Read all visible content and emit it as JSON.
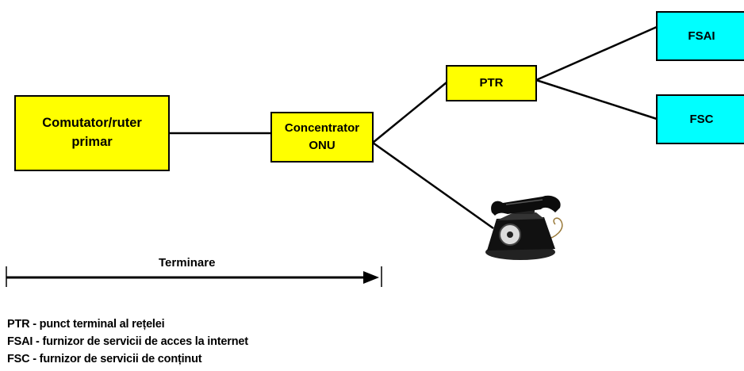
{
  "nodes": {
    "primary_router": {
      "label": "Comutator/ruter\nprimar",
      "color": "#ffff00"
    },
    "onu": {
      "label": "Concentrator\nONU",
      "color": "#ffff00"
    },
    "ptr": {
      "label": "PTR",
      "color": "#ffff00"
    },
    "fsai": {
      "label": "FSAI",
      "color": "#00ffff"
    },
    "fsc": {
      "label": "FSC",
      "color": "#00ffff"
    },
    "telephone": {
      "icon": "telephone-icon"
    }
  },
  "span": {
    "label": "Terminare"
  },
  "legend": [
    "PTR - punct terminal al rețelei",
    "FSAI - furnizor de servicii de acces la internet",
    "FSC - furnizor de servicii de conținut"
  ]
}
